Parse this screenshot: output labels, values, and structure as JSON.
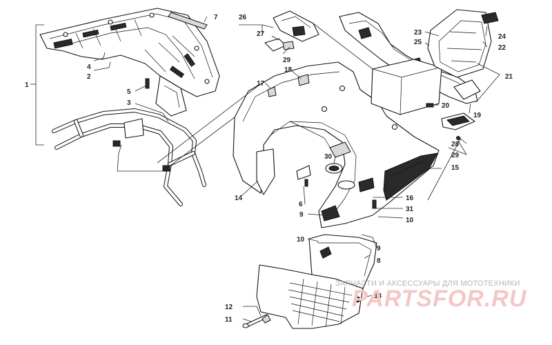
{
  "diagram": {
    "callouts": {
      "c1": "1",
      "c2": "2",
      "c3": "3",
      "c4": "4",
      "c5": "5",
      "c6": "6",
      "c7": "7",
      "c8": "8",
      "c9a": "9",
      "c9b": "9",
      "c10a": "10",
      "c10b": "10",
      "c11": "11",
      "c12": "12",
      "c13": "13",
      "c14": "14",
      "c15": "15",
      "c16": "16",
      "c17": "17",
      "c18": "18",
      "c19": "19",
      "c20": "20",
      "c21": "21",
      "c22": "22",
      "c23": "23",
      "c24": "24",
      "c25": "25",
      "c26": "26",
      "c27": "27",
      "c28": "28",
      "c29a": "29",
      "c29b": "29",
      "c30": "30",
      "c31": "31"
    }
  },
  "watermark": {
    "caption": "ЗАПЧАСТИ И АКСЕССУАРЫ ДЛЯ МОТОТЕХНИКИ",
    "logo": "PARTSFOR.RU"
  }
}
